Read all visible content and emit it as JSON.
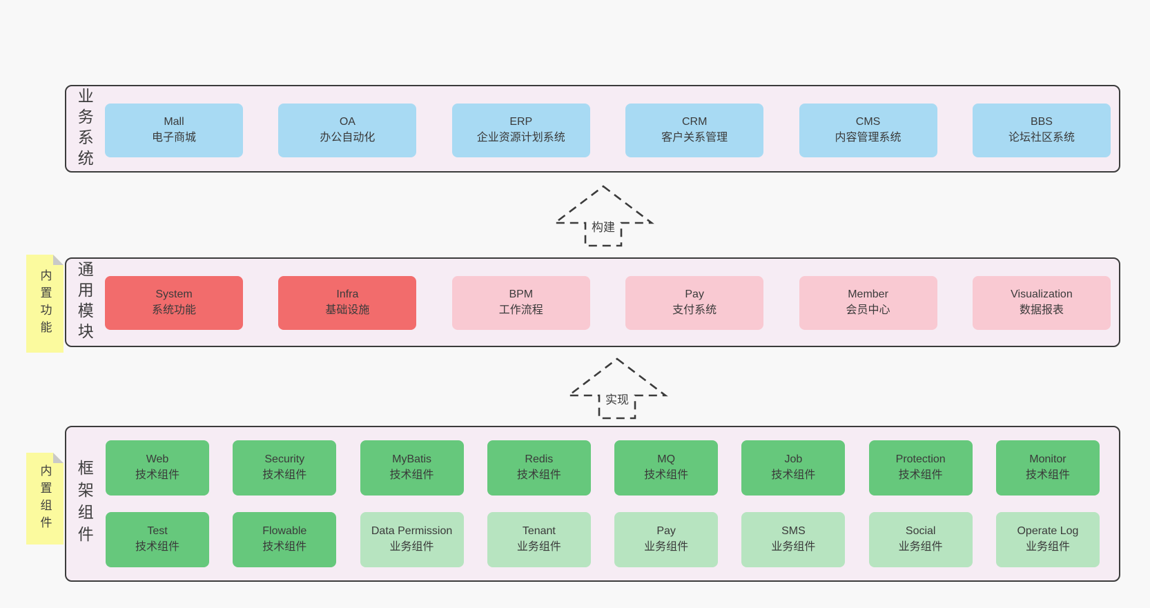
{
  "palette": {
    "page_bg": "#f8f8f8",
    "layer_bg": "#f6ecf4",
    "layer_border": "#3b3b3b",
    "blue_box": "#a8daf3",
    "red_box": "#f26c6c",
    "pink_box": "#f9c9d2",
    "green_box": "#66c87c",
    "light_green_box": "#b7e4c0",
    "sticky_yellow": "#fbfa9e",
    "sticky_fold_gray": "#c9c9c9"
  },
  "business": {
    "label": "业务系统",
    "boxes": [
      {
        "name": "Mall",
        "desc": "电子商城"
      },
      {
        "name": "OA",
        "desc": "办公自动化"
      },
      {
        "name": "ERP",
        "desc": "企业资源计划系统"
      },
      {
        "name": "CRM",
        "desc": "客户关系管理"
      },
      {
        "name": "CMS",
        "desc": "内容管理系统"
      },
      {
        "name": "BBS",
        "desc": "论坛社区系统"
      }
    ]
  },
  "arrows": {
    "build": "构建",
    "implement": "实现"
  },
  "modules": {
    "label": "通用模块",
    "sticky": "内置功能",
    "boxes": [
      {
        "name": "System",
        "desc": "系统功能"
      },
      {
        "name": "Infra",
        "desc": "基础设施"
      },
      {
        "name": "BPM",
        "desc": "工作流程"
      },
      {
        "name": "Pay",
        "desc": "支付系统"
      },
      {
        "name": "Member",
        "desc": "会员中心"
      },
      {
        "name": "Visualization",
        "desc": "数据报表"
      }
    ]
  },
  "components": {
    "label": "框架组件",
    "sticky": "内置组件",
    "row1": [
      {
        "name": "Web",
        "desc": "技术组件"
      },
      {
        "name": "Security",
        "desc": "技术组件"
      },
      {
        "name": "MyBatis",
        "desc": "技术组件"
      },
      {
        "name": "Redis",
        "desc": "技术组件"
      },
      {
        "name": "MQ",
        "desc": "技术组件"
      },
      {
        "name": "Job",
        "desc": "技术组件"
      },
      {
        "name": "Protection",
        "desc": "技术组件"
      },
      {
        "name": "Monitor",
        "desc": "技术组件"
      }
    ],
    "row2": [
      {
        "name": "Test",
        "desc": "技术组件"
      },
      {
        "name": "Flowable",
        "desc": "技术组件"
      },
      {
        "name": "Data Permission",
        "desc": "业务组件"
      },
      {
        "name": "Tenant",
        "desc": "业务组件"
      },
      {
        "name": "Pay",
        "desc": "业务组件"
      },
      {
        "name": "SMS",
        "desc": "业务组件"
      },
      {
        "name": "Social",
        "desc": "业务组件"
      },
      {
        "name": "Operate Log",
        "desc": "业务组件"
      }
    ]
  }
}
